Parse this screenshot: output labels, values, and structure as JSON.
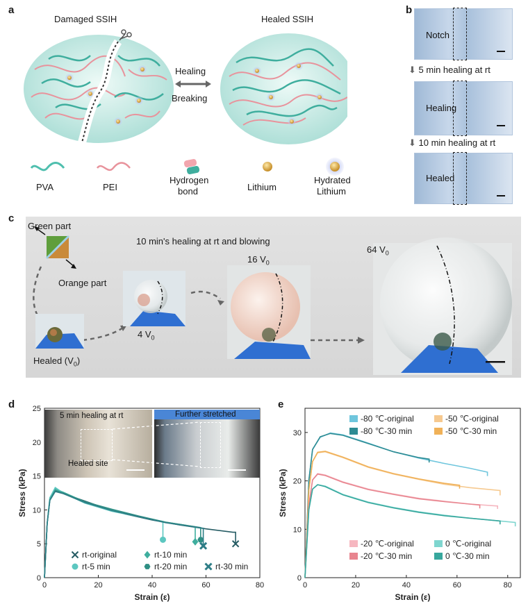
{
  "panel_a": {
    "letter": "a",
    "title_left": "Damaged SSIH",
    "title_right": "Healed SSIH",
    "arrow_top": "Healing",
    "arrow_bottom": "Breaking",
    "legend": [
      {
        "label_line1": "PVA",
        "label_line2": "",
        "icon": "pva-chain-icon",
        "color": "#4fbfae"
      },
      {
        "label_line1": "PEI",
        "label_line2": "",
        "icon": "pei-chain-icon",
        "color": "#e8939c"
      },
      {
        "label_line1": "Hydrogen",
        "label_line2": "bond",
        "icon": "hydrogen-bond-icon",
        "color": "#e8939c"
      },
      {
        "label_line1": "Lithium",
        "label_line2": "",
        "icon": "lithium-sphere-icon",
        "color": "#d9a53b"
      },
      {
        "label_line1": "Hydrated",
        "label_line2": "Lithium",
        "icon": "hydrated-lithium-icon",
        "color": "#7b8fd6"
      }
    ]
  },
  "panel_b": {
    "letter": "b",
    "strips": [
      "Notch",
      "Healing",
      "Healed"
    ],
    "steps": [
      "5 min healing at rt",
      "10 min healing at rt"
    ]
  },
  "panel_c": {
    "letter": "c",
    "green_part": "Green part",
    "orange_part": "Orange part",
    "caption": "10 min's healing at rt and blowing",
    "stages": [
      {
        "prefix": "Healed (V",
        "sub": "0",
        "suffix": ")"
      },
      {
        "prefix": "4 V",
        "sub": "0",
        "suffix": ""
      },
      {
        "prefix": "16 V",
        "sub": "0",
        "suffix": ""
      },
      {
        "prefix": "64 V",
        "sub": "0",
        "suffix": ""
      }
    ]
  },
  "panel_d": {
    "letter": "d",
    "inset_left": "5 min healing at rt",
    "inset_right": "Further stretched",
    "inset_site": "Healed site"
  },
  "panel_e": {
    "letter": "e"
  },
  "chart_data": [
    {
      "type": "line",
      "panel": "d",
      "xlabel": "Strain (ε)",
      "ylabel": "Stress (kPa)",
      "xlim": [
        0,
        80
      ],
      "ylim": [
        0,
        25
      ],
      "xticks": [
        0,
        20,
        40,
        60,
        80
      ],
      "yticks": [
        0,
        5,
        10,
        15,
        20,
        25
      ],
      "series": [
        {
          "name": "rt-original",
          "marker": "x",
          "color": "#255b63",
          "points": [
            [
              0,
              0
            ],
            [
              1,
              8
            ],
            [
              2,
              11.5
            ],
            [
              3.5,
              12.8
            ],
            [
              6,
              12.7
            ],
            [
              10,
              12.0
            ],
            [
              20,
              10.6
            ],
            [
              30,
              9.4
            ],
            [
              40,
              8.5
            ],
            [
              50,
              7.8
            ],
            [
              60,
              7.2
            ],
            [
              70,
              6.7
            ],
            [
              71,
              6.7
            ]
          ],
          "break": [
            71,
            5.0
          ]
        },
        {
          "name": "rt-10 min",
          "marker": "diamond",
          "color": "#3fae9e",
          "points": [
            [
              0,
              0
            ],
            [
              1,
              8
            ],
            [
              2,
              11.8
            ],
            [
              4,
              13.1
            ],
            [
              7,
              12.6
            ],
            [
              15,
              11.2
            ],
            [
              25,
              10.0
            ],
            [
              35,
              9.0
            ],
            [
              45,
              8.2
            ],
            [
              56,
              7.5
            ]
          ],
          "break": [
            56,
            5.3
          ]
        },
        {
          "name": "rt-5 min",
          "marker": "circle",
          "color": "#5cc7c0",
          "points": [
            [
              0,
              0
            ],
            [
              1,
              8
            ],
            [
              2,
              11.8
            ],
            [
              4,
              13.3
            ],
            [
              7,
              12.5
            ],
            [
              15,
              11.0
            ],
            [
              25,
              9.8
            ],
            [
              35,
              9.0
            ],
            [
              44,
              8.3
            ]
          ],
          "break": [
            44,
            5.6
          ]
        },
        {
          "name": "rt-20 min",
          "marker": "hexagon",
          "color": "#2f8f84",
          "points": [
            [
              0,
              0
            ],
            [
              1,
              8
            ],
            [
              2,
              11.5
            ],
            [
              4,
              12.9
            ],
            [
              7,
              12.5
            ],
            [
              15,
              11.2
            ],
            [
              25,
              10.1
            ],
            [
              35,
              9.1
            ],
            [
              45,
              8.2
            ],
            [
              58,
              7.4
            ]
          ],
          "break": [
            58,
            5.6
          ]
        },
        {
          "name": "rt-30 min",
          "marker": "cross",
          "color": "#2d7d86",
          "points": [
            [
              0,
              0
            ],
            [
              1,
              8
            ],
            [
              2,
              11.4
            ],
            [
              4,
              12.7
            ],
            [
              7,
              12.4
            ],
            [
              15,
              11.1
            ],
            [
              25,
              9.9
            ],
            [
              35,
              9.0
            ],
            [
              45,
              8.1
            ],
            [
              59,
              7.3
            ]
          ],
          "break": [
            59,
            4.7
          ]
        }
      ]
    },
    {
      "type": "line",
      "panel": "e",
      "xlabel": "Strain (ε)",
      "ylabel": "Stress (kPa)",
      "xlim": [
        0,
        85
      ],
      "ylim": [
        0,
        35
      ],
      "xticks": [
        0,
        20,
        40,
        60,
        80
      ],
      "yticks": [
        0,
        10,
        20,
        30
      ],
      "series": [
        {
          "name": "-80 ℃-original",
          "color": "#6fc6dd",
          "points": [
            [
              0,
              0
            ],
            [
              1.5,
              20
            ],
            [
              3,
              26.5
            ],
            [
              6,
              29.0
            ],
            [
              10,
              29.9
            ],
            [
              15,
              29.5
            ],
            [
              25,
              27.8
            ],
            [
              35,
              26.0
            ],
            [
              45,
              24.7
            ],
            [
              55,
              23.6
            ],
            [
              65,
              22.6
            ],
            [
              72,
              21.8
            ]
          ],
          "break": [
            72,
            21.0
          ]
        },
        {
          "name": "-80 ℃-30 min",
          "color": "#2d8b93",
          "points": [
            [
              0,
              0
            ],
            [
              1.5,
              20
            ],
            [
              3,
              26.5
            ],
            [
              6,
              29.1
            ],
            [
              10,
              29.8
            ],
            [
              15,
              29.4
            ],
            [
              25,
              27.7
            ],
            [
              35,
              26.0
            ],
            [
              45,
              24.8
            ],
            [
              49,
              24.5
            ]
          ],
          "break": [
            49,
            23.8
          ]
        },
        {
          "name": "-50 ℃-original",
          "color": "#f6c98f",
          "points": [
            [
              0,
              0
            ],
            [
              1.5,
              18
            ],
            [
              3,
              24.0
            ],
            [
              5,
              25.8
            ],
            [
              8,
              26.0
            ],
            [
              15,
              24.8
            ],
            [
              25,
              22.8
            ],
            [
              35,
              21.4
            ],
            [
              45,
              20.3
            ],
            [
              55,
              19.3
            ],
            [
              65,
              18.6
            ],
            [
              77,
              18.0
            ]
          ],
          "break": [
            77,
            17.0
          ]
        },
        {
          "name": "-50 ℃-30 min",
          "color": "#f0b158",
          "points": [
            [
              0,
              0
            ],
            [
              1.5,
              18
            ],
            [
              3,
              24.0
            ],
            [
              5,
              25.9
            ],
            [
              8,
              26.1
            ],
            [
              15,
              24.9
            ],
            [
              25,
              22.9
            ],
            [
              35,
              21.5
            ],
            [
              45,
              20.4
            ],
            [
              55,
              19.5
            ],
            [
              61,
              19.1
            ]
          ],
          "break": [
            61,
            18.4
          ]
        },
        {
          "name": "-20 ℃-original",
          "color": "#f6b7c0",
          "points": [
            [
              0,
              0
            ],
            [
              1.5,
              15
            ],
            [
              3,
              20.2
            ],
            [
              5,
              21.5
            ],
            [
              8,
              21.2
            ],
            [
              15,
              19.8
            ],
            [
              25,
              18.3
            ],
            [
              35,
              17.3
            ],
            [
              45,
              16.4
            ],
            [
              55,
              15.8
            ],
            [
              65,
              15.2
            ],
            [
              76,
              14.8
            ]
          ],
          "break": [
            76,
            14.2
          ]
        },
        {
          "name": "-20 ℃-30 min",
          "color": "#e8858f",
          "points": [
            [
              0,
              0
            ],
            [
              1.5,
              15
            ],
            [
              3,
              20.2
            ],
            [
              5,
              21.4
            ],
            [
              8,
              21.1
            ],
            [
              15,
              19.7
            ],
            [
              25,
              18.2
            ],
            [
              35,
              17.2
            ],
            [
              45,
              16.3
            ],
            [
              55,
              15.7
            ],
            [
              65,
              15.2
            ],
            [
              69,
              15.0
            ]
          ],
          "break": [
            69,
            14.3
          ]
        },
        {
          "name": "0 ℃-original",
          "color": "#7fd6cf",
          "points": [
            [
              0,
              0
            ],
            [
              1.5,
              14
            ],
            [
              3,
              18.3
            ],
            [
              5,
              19.2
            ],
            [
              8,
              18.9
            ],
            [
              15,
              17.2
            ],
            [
              25,
              15.6
            ],
            [
              35,
              14.5
            ],
            [
              45,
              13.6
            ],
            [
              55,
              12.9
            ],
            [
              65,
              12.3
            ],
            [
              75,
              11.8
            ],
            [
              83,
              11.4
            ]
          ],
          "break": [
            83,
            10.6
          ]
        },
        {
          "name": "0 ℃-30 min",
          "color": "#37a79d",
          "points": [
            [
              0,
              0
            ],
            [
              1.5,
              14
            ],
            [
              3,
              18.3
            ],
            [
              5,
              19.2
            ],
            [
              8,
              18.8
            ],
            [
              15,
              17.1
            ],
            [
              25,
              15.5
            ],
            [
              35,
              14.4
            ],
            [
              45,
              13.5
            ],
            [
              55,
              12.8
            ],
            [
              65,
              12.3
            ],
            [
              75,
              11.8
            ],
            [
              77,
              11.7
            ]
          ],
          "break": [
            77,
            11.0
          ]
        }
      ]
    }
  ]
}
